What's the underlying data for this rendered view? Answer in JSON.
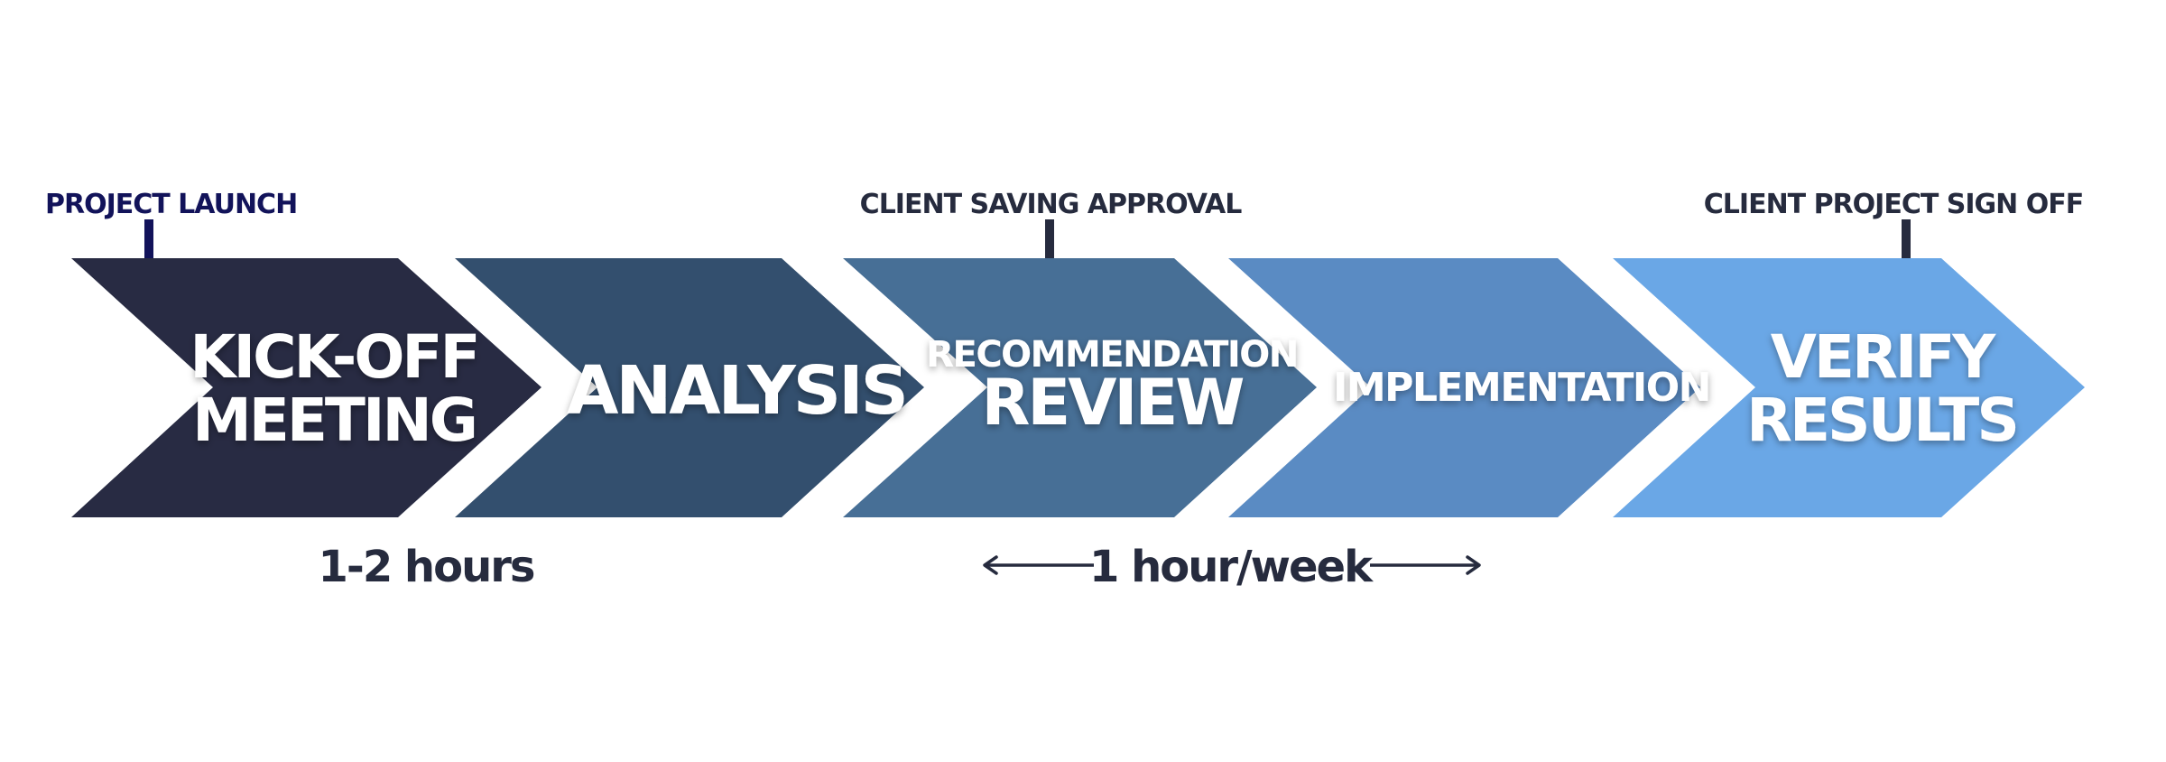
{
  "milestones": {
    "launch": "PROJECT LAUNCH",
    "approval": "CLIENT SAVING APPROVAL",
    "signoff": "CLIENT PROJECT SIGN OFF"
  },
  "steps": {
    "kickoff": {
      "line1": "KICK-OFF",
      "line2": "MEETING"
    },
    "analysis": {
      "line1": "ANALYSIS"
    },
    "review": {
      "line1": "RECOMMENDATION",
      "line2": "REVIEW"
    },
    "implementation": {
      "line1": "IMPLEMENTATION"
    },
    "verify": {
      "line1": "VERIFY",
      "line2": "RESULTS"
    }
  },
  "durations": {
    "kickoff": "1-2 hours",
    "weekly": "1 hour/week"
  },
  "colors": {
    "kickoff": "#282b43",
    "analysis": "#334f6e",
    "review": "#476f96",
    "implementation": "#5a8bc3",
    "verify": "#6aa7e6",
    "ink_launch": "#12135a",
    "ink": "#262b3e",
    "white": "#ffffff"
  }
}
